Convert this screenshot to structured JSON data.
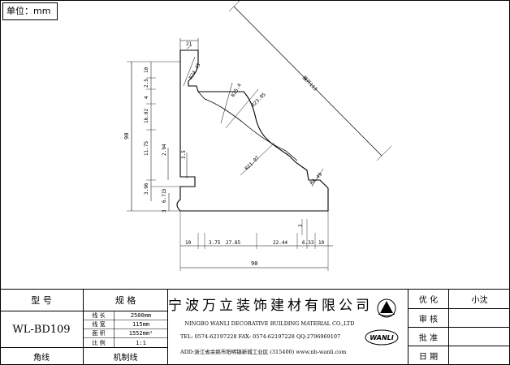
{
  "unit_label": "单位：mm",
  "dimensions": {
    "top_width": "21",
    "diagonal": "展开113",
    "r_24_45": "R24.45",
    "r_15_4": "R15.4",
    "r_23_95": "R23.95",
    "r_21_97": "R21.97",
    "r_4_49": "R4.49",
    "height_total": "90",
    "v_10": "10",
    "v_2_5": "2.5",
    "v_4": "4",
    "v_16_02": "16.02",
    "v_11_75": "11.75",
    "v_2_94": "2.94",
    "v_3_5": "3.5",
    "v_3_96": "3.96",
    "v_5": "5",
    "v_6_71": "6.71",
    "v_3": "3",
    "h_10a": "10",
    "h_3_75": "3.75",
    "h_27_85": "27.85",
    "h_22_44": "22.44",
    "h_6_33": "6.33",
    "h_10b": "10",
    "width_total": "90",
    "small_3": "3"
  },
  "title_block": {
    "model_header": "型  号",
    "spec_header": "规  格",
    "model_value": "WL-BD109",
    "category": "角线",
    "process": "机制线",
    "specs": [
      {
        "label": "线 长",
        "value": "2500mm"
      },
      {
        "label": "线 宽",
        "value": "115mm"
      },
      {
        "label": "面 积",
        "value": "1552mm²"
      },
      {
        "label": "比 例",
        "value": "1:1"
      }
    ],
    "company_cn": "宁波万立装饰建材有限公司",
    "company_en": "NINGBO WANLI DECORATIVE BUILDING MATERIAL CO.,LTD",
    "contact": "TEL: 0574-62197228   FAX: 0574-62197228   QQ:2796969107",
    "address": "ADD:浙江省余姚市阳明镇新城工业区 (315400)  www.nb-wanli.com",
    "logo_text": "WANLI",
    "approvals": [
      {
        "label": "优 化",
        "value": "小沈"
      },
      {
        "label": "审 核",
        "value": ""
      },
      {
        "label": "批 准",
        "value": ""
      },
      {
        "label": "日 期",
        "value": ""
      }
    ]
  }
}
